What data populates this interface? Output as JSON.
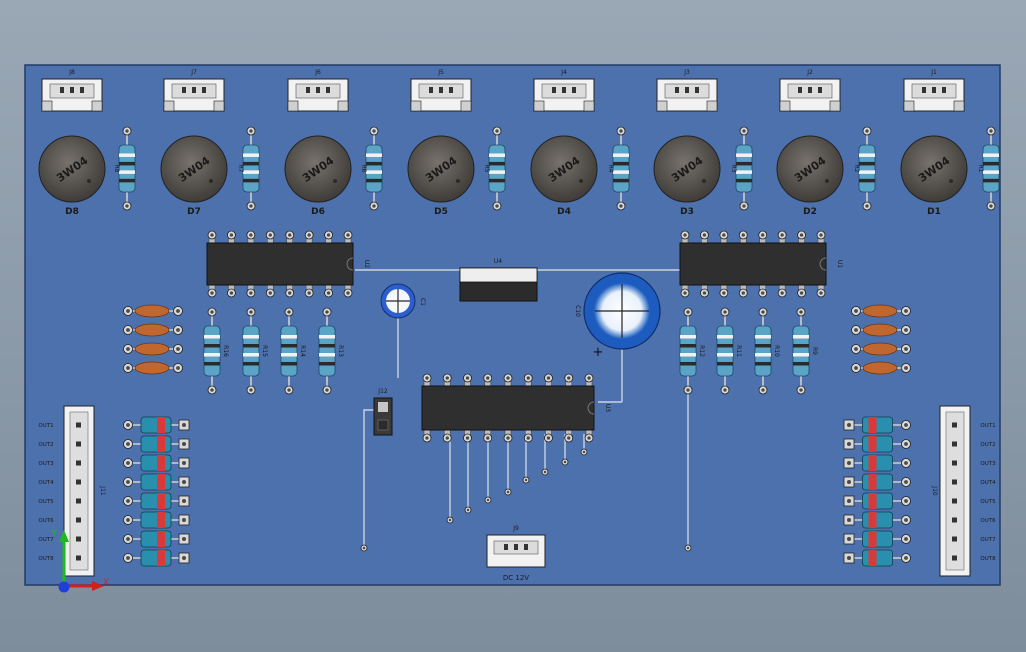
{
  "colors": {
    "background_top": "#9aa8b6",
    "background_bottom": "#7e8d9c",
    "board": "#4d71ad",
    "board_edge": "#223a66",
    "trace": "#c9d3e2",
    "pad": "#d8d8d8",
    "ic_body": "#2f2f2f",
    "buzzer": "#5a5652",
    "resistor_body": "#5aa4c8",
    "diode_red": "#d83a3a",
    "diode_teal": "#2a8fae",
    "cap_orange": "#c0672f",
    "connector": "#f2f2f2",
    "silk": "#1a1a1a"
  },
  "connectors_top": [
    {
      "ref": "J8"
    },
    {
      "ref": "J7"
    },
    {
      "ref": "J6"
    },
    {
      "ref": "J5"
    },
    {
      "ref": "J4"
    },
    {
      "ref": "J3"
    },
    {
      "ref": "J2"
    },
    {
      "ref": "J1"
    }
  ],
  "buzzers": [
    {
      "ref": "D8",
      "marking": "3W04"
    },
    {
      "ref": "D7",
      "marking": "3W04"
    },
    {
      "ref": "D6",
      "marking": "3W04"
    },
    {
      "ref": "D5",
      "marking": "3W04"
    },
    {
      "ref": "D4",
      "marking": "3W04"
    },
    {
      "ref": "D3",
      "marking": "3W04"
    },
    {
      "ref": "D2",
      "marking": "3W04"
    },
    {
      "ref": "D1",
      "marking": "3W04"
    }
  ],
  "top_resistors": [
    {
      "ref": "R8"
    },
    {
      "ref": "R7"
    },
    {
      "ref": "R6"
    },
    {
      "ref": "R5"
    },
    {
      "ref": "R4"
    },
    {
      "ref": "R3"
    },
    {
      "ref": "R2"
    },
    {
      "ref": "R1"
    }
  ],
  "ics": {
    "left": {
      "ref": "U2"
    },
    "right": {
      "ref": "U1"
    },
    "center": {
      "ref": "U3"
    }
  },
  "regulator": {
    "ref": "U4"
  },
  "small_cap": {
    "ref": "C1"
  },
  "big_cap": {
    "ref": "C10"
  },
  "jumper": {
    "ref": "J12"
  },
  "mid_resistors_left": [
    {
      "ref": "R16"
    },
    {
      "ref": "R15"
    },
    {
      "ref": "R14"
    },
    {
      "ref": "R13"
    }
  ],
  "mid_resistors_right": [
    {
      "ref": "R12"
    },
    {
      "ref": "R11"
    },
    {
      "ref": "R10"
    },
    {
      "ref": "R9"
    }
  ],
  "power_connector": {
    "ref": "J9",
    "label": "DC 12V"
  },
  "left_header": {
    "ref": "J11",
    "labels": [
      "OUT1",
      "OUT2",
      "OUT3",
      "OUT4",
      "OUT5",
      "OUT6",
      "OUT7",
      "OUT8"
    ]
  },
  "right_header": {
    "ref": "J10",
    "labels": [
      "OUT1",
      "OUT2",
      "OUT3",
      "OUT4",
      "OUT5",
      "OUT6",
      "OUT7",
      "OUT8"
    ]
  },
  "axes": {
    "x": "X",
    "y": "Y"
  }
}
